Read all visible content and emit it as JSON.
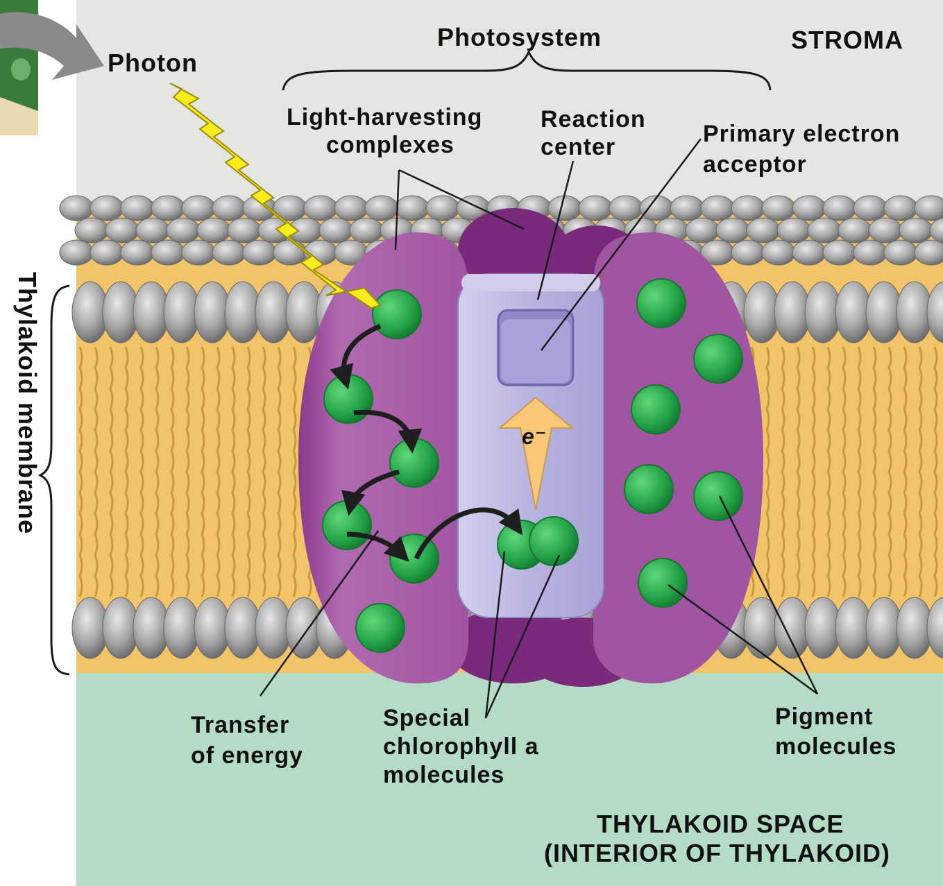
{
  "labels": {
    "photosystem": "Photosystem",
    "stroma": "STROMA",
    "photon": "Photon",
    "light_harvesting_line1": "Light-harvesting",
    "light_harvesting_line2": "complexes",
    "reaction_center_line1": "Reaction",
    "reaction_center_line2": "center",
    "primary_acceptor_line1": "Primary electron",
    "primary_acceptor_line2": "acceptor",
    "electron": "e⁻",
    "thylakoid_membrane": "Thylakoid membrane",
    "transfer_line1": "Transfer",
    "transfer_line2": "of energy",
    "special_line1": "Special",
    "special_line2": "chlorophyll a",
    "special_line3": "molecules",
    "pigment_line1": "Pigment",
    "pigment_line2": "molecules",
    "thylakoid_space_line1": "THYLAKOID SPACE",
    "thylakoid_space_line2": "(INTERIOR OF THYLAKOID)"
  },
  "colors": {
    "stroma": "#e6e6e0",
    "thylakoid_space": "#b4dcc4",
    "lipid_head": "#9a9a9a",
    "lipid_tail": "#f2c46a",
    "complex": "#a45aa3",
    "complex_dark": "#7a2a7a",
    "reaction_center": "#b4b0dc",
    "pigment": "#2aa84a",
    "photon": "#f8ec1c",
    "electron_arrow": "#f8c878"
  },
  "icons": {
    "photon_bolt": "lightning-bolt-icon",
    "chloroplast_arrow": "curved-arrow-icon"
  }
}
